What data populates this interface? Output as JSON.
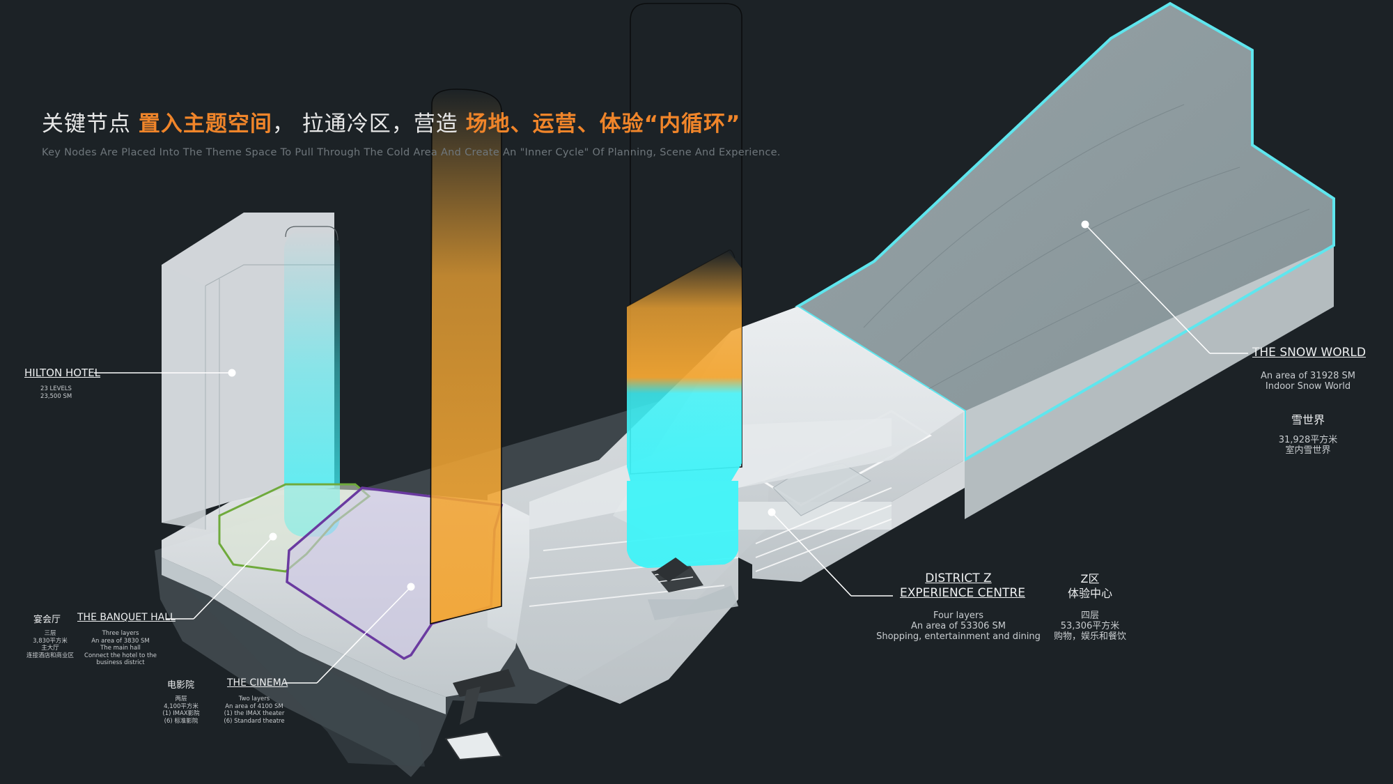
{
  "title": {
    "cn_part1": "关键节点 ",
    "cn_highlight1": "置入主题空间",
    "cn_part2": "， 拉通冷区，营造 ",
    "cn_highlight2": "场地、运营、体验“内循环”",
    "en": "Key Nodes Are Placed Into The Theme Space To Pull Through The Cold Area And Create An \"Inner Cycle\" Of Planning, Scene And Experience."
  },
  "labels": {
    "hilton": {
      "title": "HILTON HOTEL",
      "levels": "23 LEVELS",
      "area": "23,500 SM"
    },
    "banquet": {
      "cn_title": "宴会厅",
      "cn_lines": [
        "三层",
        "3,830平方米",
        "主大厅",
        "连接酒店和商业区"
      ],
      "title": "THE BANQUET HALL",
      "en_lines": [
        "Three layers",
        "An area of 3830 SM",
        "The main hall",
        "Connect the hotel to the",
        "business district"
      ]
    },
    "cinema": {
      "cn_title": "电影院",
      "cn_lines": [
        "两层",
        "4,100平方米",
        "(1) IMAX影院",
        "(6) 标准影院"
      ],
      "title": "THE CINEMA",
      "en_lines": [
        "Two layers",
        "An area of 4100 SM",
        "(1) the IMAX theater",
        "(6) Standard theatre"
      ]
    },
    "district": {
      "title1": "DISTRICT Z",
      "title2": "EXPERIENCE CENTRE",
      "en_lines": [
        "Four layers",
        "An area of 53306 SM",
        "Shopping, entertainment and dining"
      ],
      "cn_title1": "Z区",
      "cn_title2": "体验中心",
      "cn_lines": [
        "四层",
        "53,306平方米",
        "购物，娱乐和餐饮"
      ]
    },
    "snow": {
      "title": "THE SNOW WORLD",
      "en_lines": [
        "An area of 31928 SM",
        "Indoor Snow World"
      ],
      "cn_title": "雪世界",
      "cn_lines": [
        "31,928平方米",
        "室内雪世界"
      ]
    }
  },
  "colors": {
    "background": "#1c2226",
    "accent_orange": "#f0852a",
    "banquet_outline": "#6faa3c",
    "cinema_outline": "#6a3aa0",
    "snow_outline": "#5fe6ee",
    "cyan_shaft": "#3ff3f8",
    "orange_shaft": "#f3a633"
  }
}
